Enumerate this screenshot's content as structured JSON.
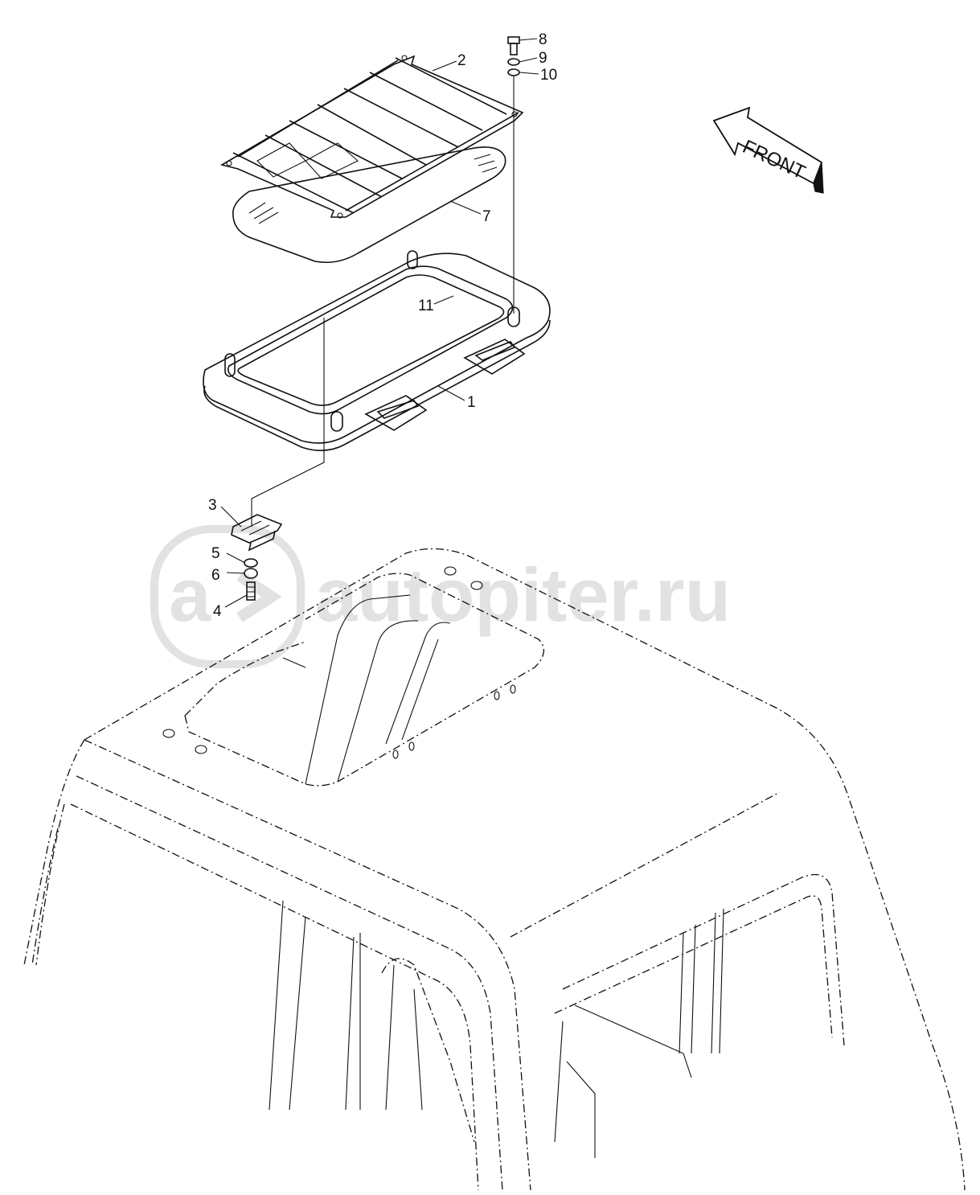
{
  "watermark": {
    "text": "autopiter.ru",
    "logo_glyph": "a",
    "color": "#e2e2e2"
  },
  "front_arrow": {
    "label": "FRONT"
  },
  "callouts": [
    {
      "id": "c8",
      "label": "8"
    },
    {
      "id": "c9",
      "label": "9"
    },
    {
      "id": "c10",
      "label": "10"
    },
    {
      "id": "c2",
      "label": "2"
    },
    {
      "id": "c7",
      "label": "7"
    },
    {
      "id": "c11",
      "label": "11"
    },
    {
      "id": "c1",
      "label": "1"
    },
    {
      "id": "c3",
      "label": "3"
    },
    {
      "id": "c5",
      "label": "5"
    },
    {
      "id": "c6",
      "label": "6"
    },
    {
      "id": "c4",
      "label": "4"
    }
  ],
  "colors": {
    "line": "#111111",
    "background": "#ffffff"
  }
}
